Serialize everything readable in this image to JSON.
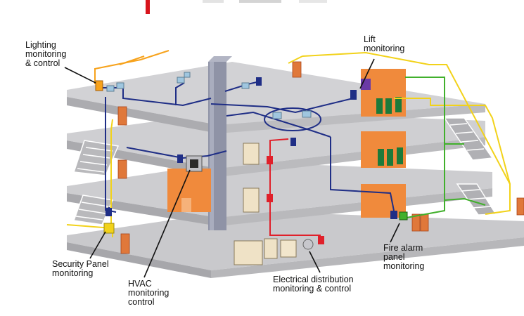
{
  "labels": {
    "lighting": [
      "Lighting",
      "monitoring",
      "& control"
    ],
    "lift": [
      "Lift",
      "monitoring"
    ],
    "security": [
      "Security Panel",
      "monitoring"
    ],
    "hvac": [
      "HVAC",
      "monitoring",
      "control"
    ],
    "electrical": [
      "Electrical distribution",
      "monitoring & control"
    ],
    "fire": [
      "Fire alarm",
      "panel",
      "monitoring"
    ]
  },
  "colors": {
    "floor_top": "#cfcfd2",
    "floor_edge": "#e8e8ea",
    "floor_side": "#a9a9ad",
    "office_orange": "#f08a3c",
    "network_blue": "#1f2e86",
    "power_red": "#e0202a",
    "security_yellow": "#f2d21a",
    "fire_green": "#41b02c",
    "lighting_orange": "#f7a21b",
    "duct": "#8f93a6"
  },
  "icons": [
    "lighting-controller-icon",
    "lift-controller-icon",
    "security-panel-icon",
    "hvac-controller-icon",
    "electrical-panel-icon",
    "fire-alarm-panel-icon"
  ]
}
